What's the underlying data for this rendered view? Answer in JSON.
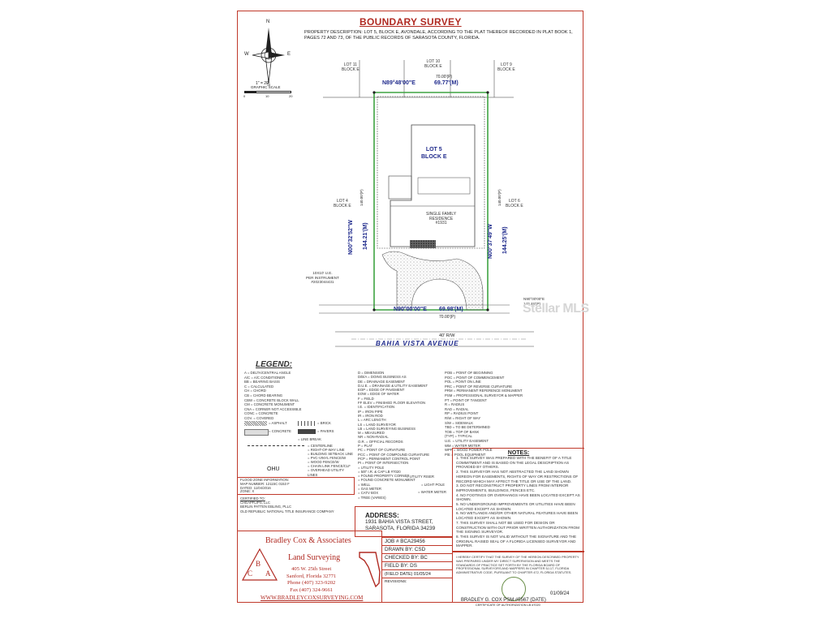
{
  "survey": {
    "title": "BOUNDARY SURVEY",
    "description": "PROPERTY DESCRIPTION: LOT 5, BLOCK E, AVONDALE, ACCORDING TO THE PLAT THEREOF RECORDED IN PLAT BOOK 1, PAGES 72 AND 73, OF THE PUBLIC RECORDS OF SARASOTA COUNTY, FLORIDA."
  },
  "compass": {
    "n": "N",
    "s": "S",
    "e": "E",
    "w": "W"
  },
  "scale": {
    "text": "1\" = 20'",
    "label": "GRAPHIC SCALE",
    "ticks": [
      "0",
      "10",
      "20"
    ]
  },
  "plat": {
    "lot11": "LOT 11",
    "lot10": "LOT 10",
    "lot9": "LOT 9",
    "block_e": "BLOCK E",
    "lot4": "LOT 4",
    "lot6": "LOT 6",
    "lot5": "LOT 5",
    "lot5_block": "BLOCK E",
    "top_plat": "70.00'(P)",
    "top_bearing": "N89°48'00\"E",
    "top_measured": "69.77'(M)",
    "left_bearing": "N00°32'52\"W",
    "left_measured": "144.21'(M)",
    "left_plat": "140.00'(P)",
    "right_bearing": "N00°37'49\"W",
    "right_measured": "144.25'(M)",
    "right_plat": "140.00'(P)",
    "bottom_bearing": "N90°00'00\"E",
    "bottom_measured": "69.98'(M)",
    "bottom_plat": "70.00'(P)",
    "residence": [
      "SINGLE FAMILY",
      "RESIDENCE",
      "#1931"
    ],
    "easement": [
      "10X10' U.E.",
      "PER INSTRUMENT",
      "#2023044431"
    ],
    "right_note": [
      "N90°00'00\"E",
      "140.46'(P)"
    ],
    "row": "40' R/W",
    "street": "BAHIA VISTA AVENUE"
  },
  "legend": {
    "title": "LEGEND:",
    "col1": [
      "A = DELTA/CENTRAL ANGLE",
      "A/C = A/C CONDITIONER",
      "BB = BEARING BASIS",
      "C = CALCULATED",
      "CH = CHORD",
      "CB = CHORD BEARING",
      "CBW = CONCRETE BLOCK WALL",
      "CM = CONCRETE MONUMENT",
      "CNA = CORNER NOT ACCESSIBLE",
      "CONC = CONCRETE",
      "COV. = COVERED"
    ],
    "col2": [
      "D = DIMENSION",
      "D/B/A = DOING BUSINESS AS",
      "DE = DRAINAGE EASEMENT",
      "D.U.E. = DRAINAGE & UTILITY EASEMENT",
      "EOP = EDGE OF PAVEMENT",
      "EOW = EDGE OF WATER",
      "F = FIELD",
      "FF ELEV = FINISHED FLOOR ELEVATION",
      "I.E. = IDENTIFICATION",
      "IP = IRON PIPE",
      "IR = IRON ROD",
      "L = ARC LENGTH",
      "LS = LAND SURVEYOR",
      "LB = LAND SURVEYING BUSINESS",
      "M = MEASURED",
      "NR = NON-RADIAL",
      "O.R. = OFFICIAL RECORDS",
      "P = PLAT",
      "PC = POINT OF CURVATURE",
      "PCC = POINT OF COMPOUND CURVATURE",
      "PCP = PERMANENT CONTROL POINT",
      "PI = POINT OF INTERSECTION",
      "= UTILITY POLE",
      "= 5/8\" I.R. & CAP LB #7020",
      "= FOUND PROPERTY CORNER",
      "= FOUND CONCRETE MONUMENT",
      "= WELL",
      "= GAS METER",
      "= CATV BOX",
      "= TREE (VARIES)"
    ],
    "col3": [
      "POB = POINT OF BEGINNING",
      "POC = POINT OF COMMENCEMENT",
      "POL = POINT ON LINE",
      "PRC = POINT OF REVERSE CURVATURE",
      "PRM = PERMANENT REFERENCE MONUMENT",
      "PSM = PROFESSIONAL SURVEYOR & MAPPER",
      "PT = POINT OF TANGENT",
      "R = RADIUS",
      "RAD = RADIAL",
      "RP = RADIUS POINT",
      "R/W = RIGHT OF WAY",
      "S/W = SIDEWALK",
      "TBD = TO BE DETERMINED",
      "TOB = TOP OF BANK",
      "(TYP) = TYPICAL",
      "U.E. = UTILITY EASEMENT",
      "WM = WATER METER",
      "WPP = WOOD POWER POLE",
      "P/E = POOL EQUIPMENT"
    ],
    "symbols": [
      "= ASPHALT",
      "= BRICK",
      "= CONCRETE",
      "= PAVERS",
      "= LINE BREAK",
      "= CENTERLINE",
      "= RIGHT-OF-WAY LINE",
      "= BUILDING SETBACK LINE",
      "= PVC-VINYL FENCE/W",
      "= WOOD FENCE/W",
      "= CHAIN LINK FENCE/CLF",
      "= OVERHEAD UTILITY LINES"
    ],
    "extras": [
      "= UTILITY RISER",
      "= LIGHT POLE",
      "= WATER METER"
    ],
    "ohu": "OHU"
  },
  "flood": [
    "FLOOD ZONE INFORMATION:",
    "MAP NUMBER: 12115C 0153 F",
    "DATED: 11/04/2016",
    "ZONE: X"
  ],
  "certified": [
    "CERTIFIED TO:",
    "CHEAPFLIPS, LLC",
    "BERLIN PATTEN EBLING, PLLC",
    "OLD REPUBLIC NATIONAL TITLE INSURANCE COMPANY"
  ],
  "address": {
    "label": "ADDRESS:",
    "line1": "1931 BAHIA VISTA STREET,",
    "line2": "SARASOTA, FLORIDA 34239"
  },
  "job": [
    "JOB # BCA29456",
    "DRAWN BY: CSD",
    "CHECKED BY: BC",
    "FIELD BY: DS",
    "(FIELD DATE) 01/05/24",
    "REVISIONS:"
  ],
  "company": {
    "name": "Bradley Cox & Associates",
    "tag": "Land Surveying",
    "letters": [
      "B",
      "C",
      "A"
    ],
    "street": "405 W. 25th Street",
    "city": "Sanford, Florida 32771",
    "phone": "Phone (407) 323-9202",
    "fax": "Fax (407) 324-9661",
    "web": "WWW.BRADLEYCOXSURVEYING.COM"
  },
  "notes": {
    "title": "NOTES:",
    "items": [
      "1. THIS SURVEY WAS PREPARED WITH THE BENEFIT OF A TITLE COMMITMENT AND IS BASED ON THE LEGAL DESCRIPTION AS PROVIDED BY OTHERS.",
      "2. THIS SURVEYOR HAS NOT ABSTRACTED THE LAND SHOWN HEREON FOR EASEMENTS, RIGHTS OF WAY OR RESTRICTIONS OF RECORD WHICH MAY AFFECT THE TITLE OR USE OF THE LAND.",
      "3. DO NOT RECONSTRUCT PROPERTY LINES FROM INTERIOR IMPROVEMENTS, BUILDINGS, FENCES ETC.",
      "4. NO FOOTINGS OR OVERHANGS HAVE BEEN LOCATED EXCEPT AS SHOWN.",
      "5. NO UNDERGROUND IMPROVEMENTS OR UTILITIES HAVE BEEN LOCATED EXCEPT AS SHOWN.",
      "6. NO WETLANDS AND/OR OTHER NATURAL FEATURES HAVE BEEN LOCATED EXCEPT AS SHOWN.",
      "7. THIS SURVEY SHALL NOT BE USED FOR DESIGN OR CONSTRUCTION WITH OUT PRIOR WRITTEN AUTHORIZATION FROM THE SIGNING SURVEYOR.",
      "8. THIS SURVEY IS NOT VALID WITHOUT THE SIGNATURE AND THE ORIGINAL RAISED SEAL OF A FLORIDA LICENSED SURVEYOR AND MAPPER."
    ]
  },
  "certification": {
    "text": "I HEREBY CERTIFY THAT THE SURVEY OF THE HEREON DESCRIBED PROPERTY WAS PREPARED UNDER MY DIRECT SUPERVISION AND MEETS THE STANDARDS OF PRACTICE SET FORTH BY THE FLORIDA BOARD OF PROFESSIONAL SURVEYORS AND MAPPERS IN CHAPTER 5J-17, FLORIDA ADMINISTRATIVE CODE, PURSUANT TO CHAPTER 472, FLORIDA STATUTES.",
    "date": "01/09/24",
    "signature": "BRADLEY G. COX PSM #5567 (DATE)",
    "auth": "CERTIFICATE OF AUTHORIZATION LB #7020"
  },
  "watermark": "Stellar MLS"
}
